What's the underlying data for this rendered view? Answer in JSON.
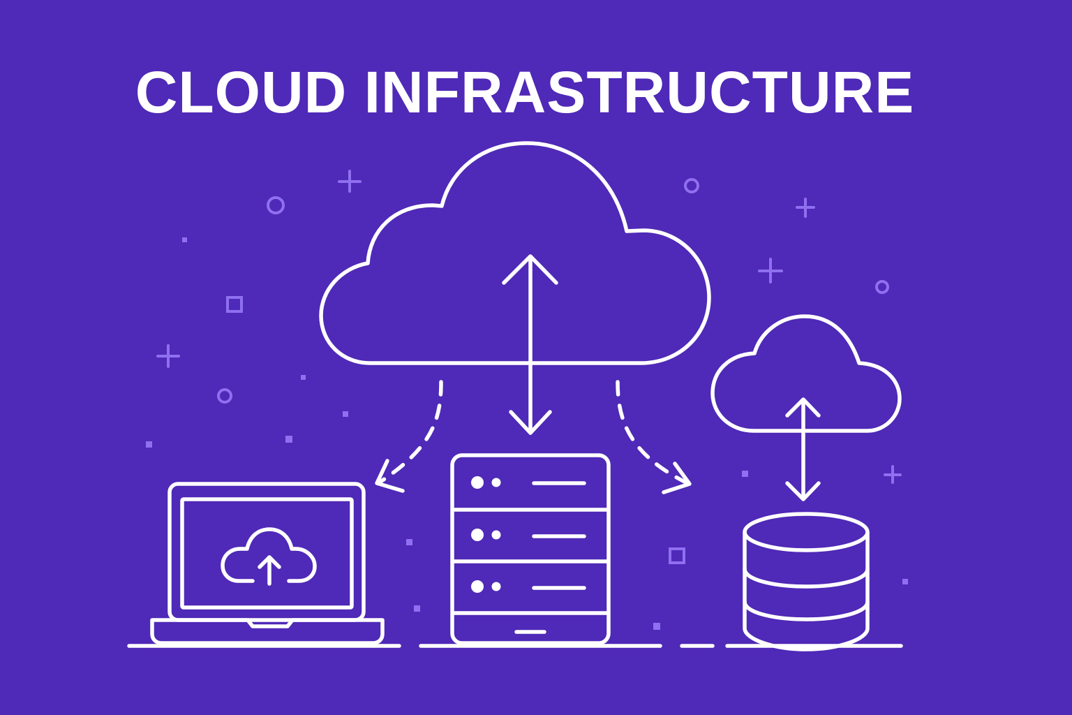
{
  "title": "CLOUD INFRASTRUCTURE",
  "colors": {
    "background": "#4f29b7",
    "line_art": "#ffffff",
    "decoration": "#8f70f0"
  },
  "icons": [
    "main-cloud-icon",
    "bidirectional-arrow-icon",
    "laptop-cloud-upload-icon",
    "server-rack-icon",
    "small-cloud-icon",
    "database-icon",
    "dashed-arrow-left-icon",
    "dashed-arrow-right-icon"
  ],
  "decorations": [
    "plus",
    "ring",
    "square-outline",
    "dot"
  ]
}
